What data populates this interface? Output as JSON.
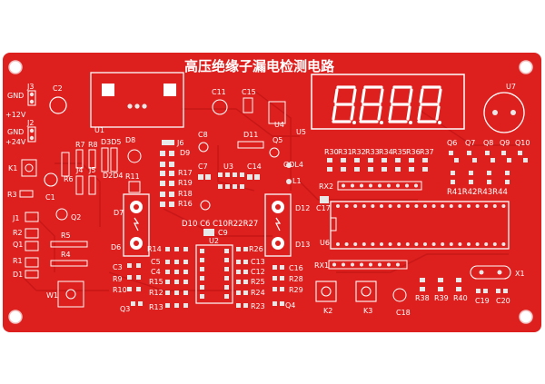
{
  "board": {
    "title": "高压绝缘子漏电检测电路",
    "colors": {
      "pcb": "#dd1f1e",
      "silk": "#ffffff",
      "pad": "#e8e8e8",
      "trace": "#c21514",
      "background": "#ffffff"
    }
  },
  "labels": {
    "gnd1": "GND",
    "v12": "+12V",
    "gnd2": "GND",
    "v24": "+24V",
    "j3": "J3",
    "j2": "J2",
    "c2": "C2",
    "u1": "U1",
    "k1": "K1",
    "r3": "R3",
    "c1": "C1",
    "r7": "R7",
    "r8": "R8",
    "d3d5": "D3D5",
    "d8": "D8",
    "j4": "J4",
    "r6": "R6",
    "j5": "J5",
    "d2d4": "D2D4",
    "r11": "R11",
    "j1": "J1",
    "r2": "R2",
    "q2": "Q2",
    "q1": "Q1",
    "r5": "R5",
    "r1": "R1",
    "r4": "R4",
    "d1": "D1",
    "w1": "W1",
    "d7": "D7",
    "d6": "D6",
    "j6": "J6",
    "d9": "D9",
    "r17": "R17",
    "r19": "R19",
    "r18": "R18",
    "r16": "R16",
    "c11": "C11",
    "c15": "C15",
    "c8": "C8",
    "d11": "D11",
    "q5": "Q5",
    "c7": "C7",
    "u3": "U3",
    "c14": "C14",
    "gdl4": "GDL4",
    "l1": "L1",
    "u4": "U4",
    "d12": "D12",
    "d13": "D13",
    "row_d10": "D10 C6 C10R22R27",
    "c9": "C9",
    "u2": "U2",
    "r14": "R14",
    "c5": "C5",
    "c4": "C4",
    "c3": "C3",
    "r9": "R9",
    "r10": "R10",
    "r15": "R15",
    "r13": "R13",
    "q3": "Q3",
    "r26": "R26",
    "c13": "C13",
    "c12": "C12",
    "r25": "R25",
    "r24": "R24",
    "r23": "R23",
    "c16": "C16",
    "r28": "R28",
    "r29": "R29",
    "q4": "Q4",
    "u5": "U5",
    "u7": "U7",
    "res_row": [
      "R30",
      "R31",
      "R32",
      "R33",
      "R34",
      "R35",
      "R36",
      "R37"
    ],
    "q_row": [
      "Q6",
      "Q7",
      "Q8",
      "Q9",
      "Q10"
    ],
    "rx2": "RX2",
    "c17": "C17",
    "r_row": "R41R42R43R44",
    "u6": "U6",
    "rx1": "RX1",
    "x1": "X1",
    "k2": "K2",
    "k3": "K3",
    "c18": "C18",
    "r38": "R38",
    "r39": "R39",
    "r40": "R40",
    "c19": "C19",
    "c20": "C20"
  }
}
